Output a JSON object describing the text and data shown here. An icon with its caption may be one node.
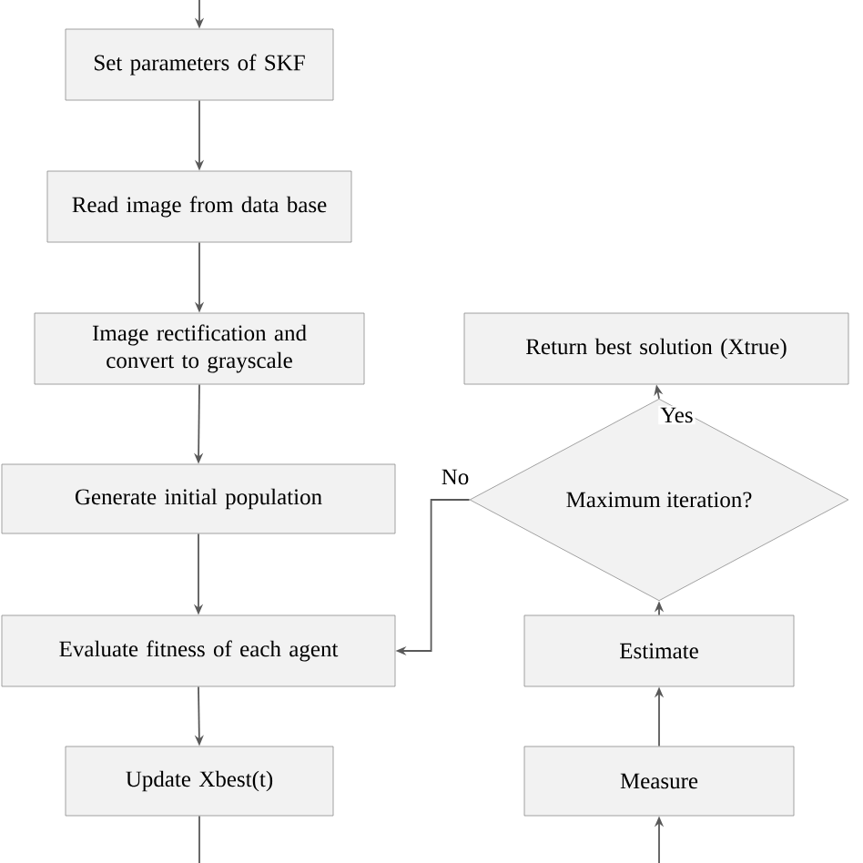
{
  "diagram": {
    "nodes": [
      {
        "text": [
          "Set parameters of SKF"
        ]
      },
      {
        "text": [
          "Read image from data base"
        ]
      },
      {
        "text": [
          "Image rectification and convert to grayscale"
        ]
      },
      {
        "text": [
          "Generate initial population"
        ]
      },
      {
        "text": [
          "Evaluate fitness of each agent"
        ]
      },
      {
        "text": [
          "Update Xbest(t)"
        ]
      },
      {
        "text": [
          "Return best solution (Xtrue)"
        ]
      },
      {
        "text": [
          "Maximum iteration?"
        ]
      },
      {
        "text": [
          "Estimate"
        ]
      },
      {
        "text": [
          "Measure"
        ]
      }
    ],
    "edges": [
      {
        "from": null,
        "to": 0,
        "arrow": "to"
      },
      {
        "from": 0,
        "to": 1,
        "arrow": "to"
      },
      {
        "from": 1,
        "to": 2,
        "arrow": "to"
      },
      {
        "from": 2,
        "to": 3,
        "arrow": "to"
      },
      {
        "from": 3,
        "to": 4,
        "arrow": "to"
      },
      {
        "from": 4,
        "to": 5,
        "arrow": "to"
      },
      {
        "from": 5,
        "to": null,
        "arrow": "none"
      },
      {
        "from": null,
        "to": 9,
        "arrow": "to"
      },
      {
        "from": 9,
        "to": 8,
        "arrow": "to"
      },
      {
        "from": 8,
        "to": 7,
        "arrow": "to"
      },
      {
        "from": 7,
        "to": 6,
        "arrow": "to",
        "label": "Yes"
      },
      {
        "from": 7,
        "to": 4,
        "arrow": "to",
        "label": "No"
      }
    ]
  }
}
